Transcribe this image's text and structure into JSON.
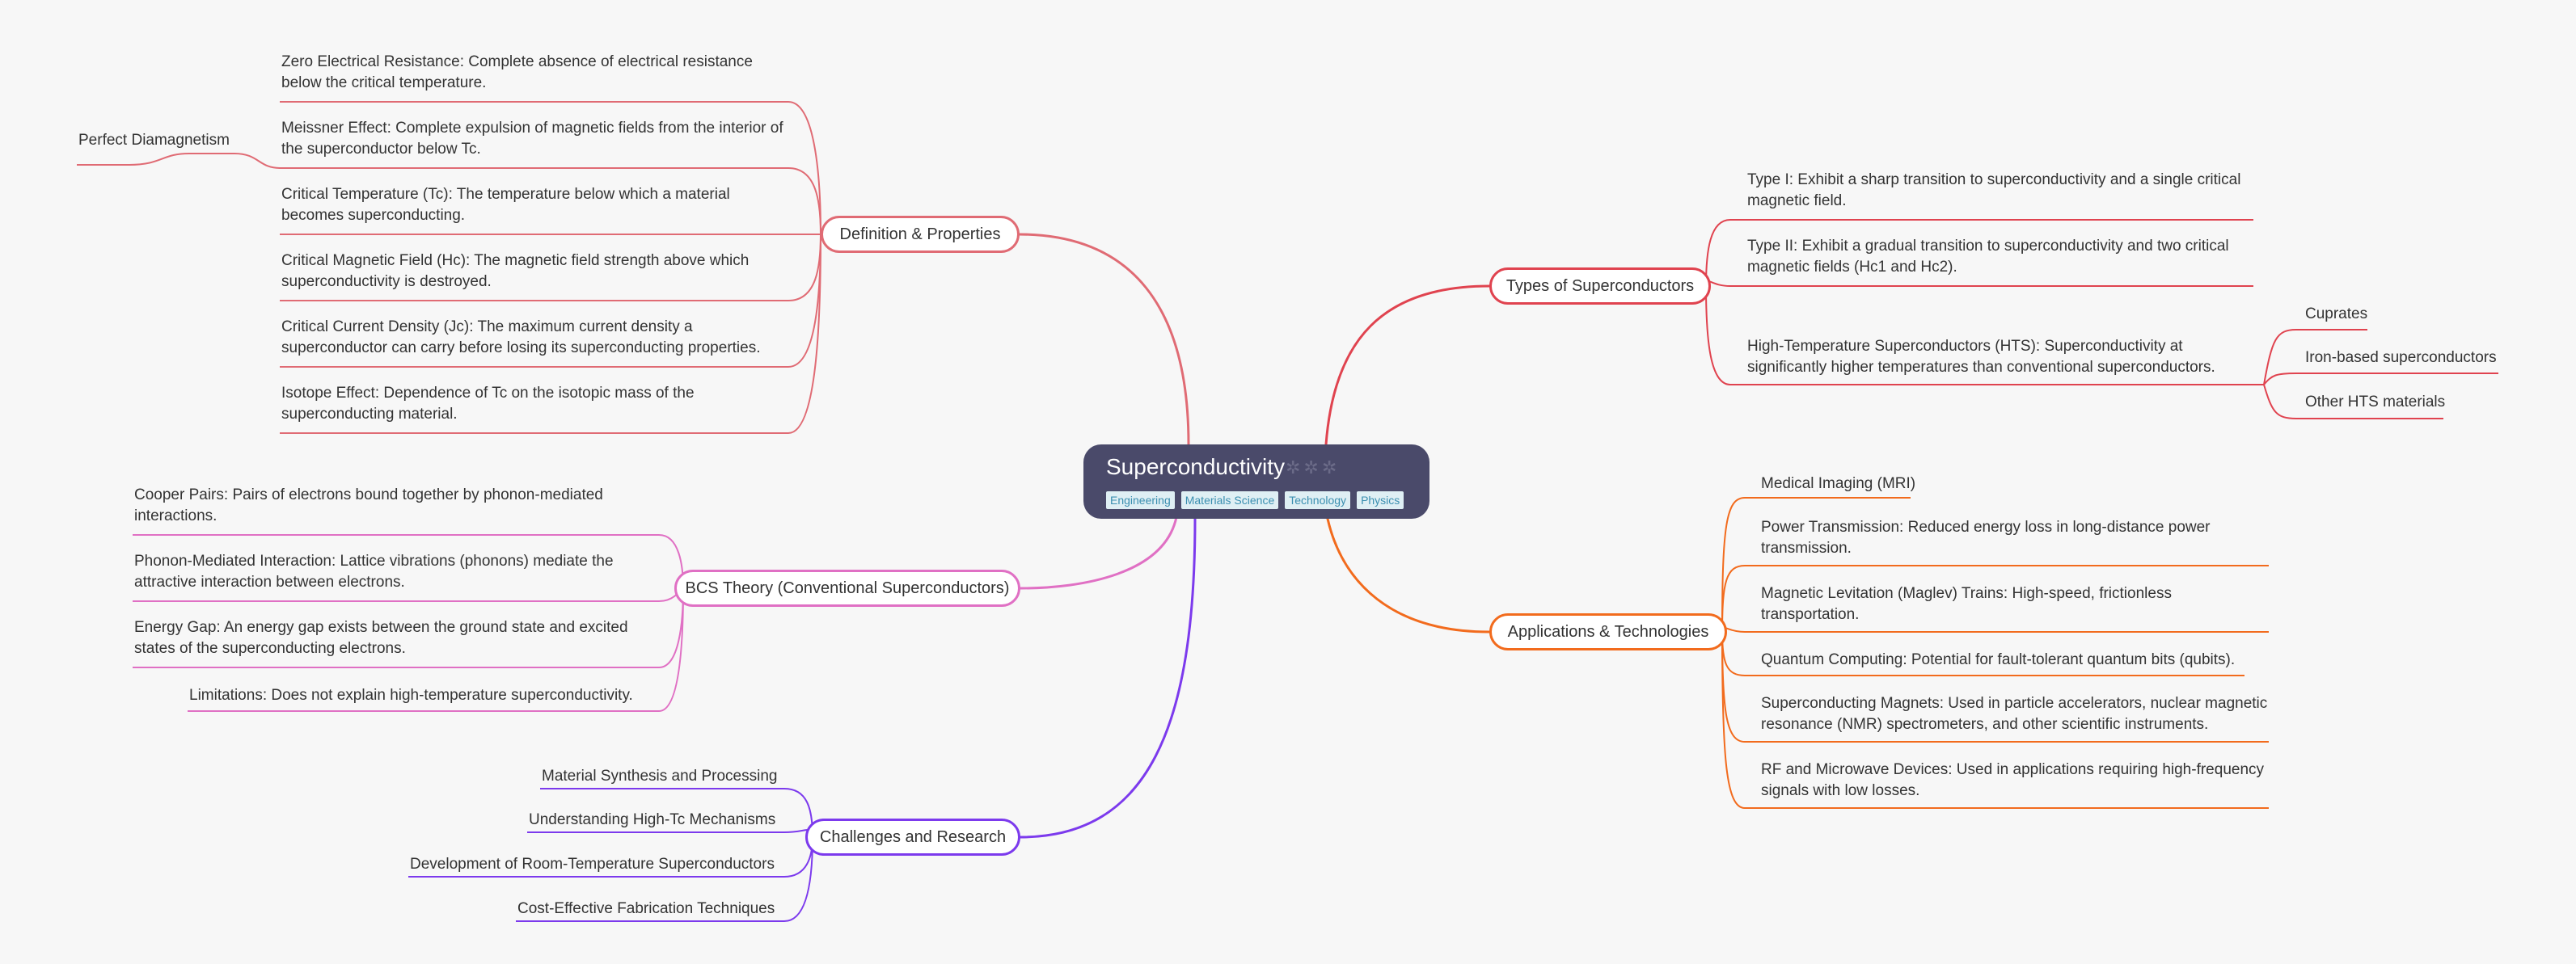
{
  "root": {
    "title": "Superconductivity",
    "icon": "sparkle-icon",
    "tags": [
      "Engineering",
      "Materials Science",
      "Technology",
      "Physics"
    ]
  },
  "colors": {
    "definition": "#e06b74",
    "bcs": "#e070c4",
    "challenges": "#7c3aed",
    "types": "#e0434f",
    "applications": "#f26b1d",
    "root_bg": "#4a4a6a"
  },
  "branches": {
    "definition": {
      "label": "Definition & Properties",
      "children": [
        "Zero Electrical Resistance:  Complete absence of electrical resistance below the critical temperature.",
        "Meissner Effect: Complete expulsion of magnetic fields from the interior of the superconductor below Tc.",
        "Critical Temperature (Tc): The temperature below which a material becomes superconducting.",
        "Critical Magnetic Field (Hc): The magnetic field strength above which superconductivity is destroyed.",
        "Critical Current Density (Jc): The maximum current density a superconductor can carry before losing its superconducting properties.",
        "Isotope Effect: Dependence of Tc on the isotopic mass of the superconducting material."
      ],
      "meissner_child": "Perfect Diamagnetism"
    },
    "bcs": {
      "label": "BCS Theory (Conventional Superconductors)",
      "children": [
        "Cooper Pairs: Pairs of electrons bound together by phonon-mediated interactions.",
        "Phonon-Mediated Interaction: Lattice vibrations (phonons) mediate the attractive interaction between electrons.",
        "Energy Gap:  An energy gap exists between the ground state and excited states of the superconducting electrons.",
        "Limitations: Does not explain high-temperature superconductivity."
      ]
    },
    "challenges": {
      "label": "Challenges and Research",
      "children": [
        "Material Synthesis and Processing",
        "Understanding High-Tc Mechanisms",
        "Development of Room-Temperature Superconductors",
        "Cost-Effective Fabrication Techniques"
      ]
    },
    "types": {
      "label": "Types of Superconductors",
      "children": [
        "Type I: Exhibit a sharp transition to superconductivity and a single critical magnetic field.",
        "Type II: Exhibit a gradual transition to superconductivity and two critical magnetic fields (Hc1 and Hc2).",
        "High-Temperature Superconductors (HTS): Superconductivity at significantly higher temperatures than conventional superconductors."
      ],
      "hts_children": [
        "Cuprates",
        "Iron-based superconductors",
        "Other HTS materials"
      ]
    },
    "applications": {
      "label": "Applications & Technologies",
      "children": [
        "Medical Imaging (MRI)",
        "Power Transmission: Reduced energy loss in long-distance power transmission.",
        "Magnetic Levitation (Maglev) Trains: High-speed, frictionless transportation.",
        "Quantum Computing: Potential for fault-tolerant quantum bits (qubits).",
        "Superconducting Magnets: Used in particle accelerators, nuclear magnetic resonance (NMR) spectrometers, and other scientific instruments.",
        "RF and Microwave Devices: Used in applications requiring high-frequency signals with low losses."
      ]
    }
  }
}
